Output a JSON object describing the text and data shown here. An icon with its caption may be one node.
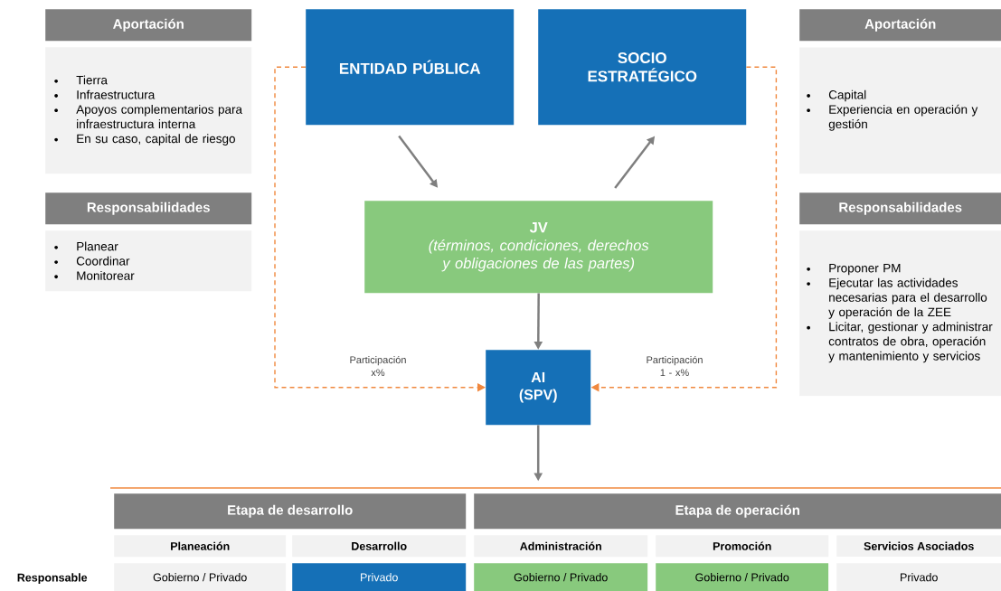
{
  "diagram": {
    "nodes": [
      {
        "text": [
          "ENTIDAD PÚBLICA"
        ]
      },
      {
        "text": [
          "SOCIO ESTRATÉGICO"
        ]
      },
      {
        "text": [
          "JV",
          "(términos, condiciones, derechos y obligaciones de las partes)"
        ]
      },
      {
        "text": [
          "AI (SPV)"
        ]
      },
      {
        "text": [
          "Aportación"
        ]
      },
      {
        "text": [
          "Tierra",
          "Infraestructura",
          "Apoyos complementarios para infraestructura interna",
          "En su caso, capital de riesgo"
        ]
      },
      {
        "text": [
          "Responsabilidades"
        ]
      },
      {
        "text": [
          "Planear",
          "Coordinar",
          "Monitorear"
        ]
      },
      {
        "text": [
          "Aportación"
        ]
      },
      {
        "text": [
          "Capital",
          "Experiencia en operación y gestión"
        ]
      },
      {
        "text": [
          "Responsabilidades"
        ]
      },
      {
        "text": [
          "Proponer PM",
          "Ejecutar las actividades necesarias para el desarrollo y operación de la ZEE",
          "Licitar, gestionar y administrar contratos de obra, operación y mantenimiento y servicios"
        ]
      }
    ],
    "edges": [
      {
        "from": 0,
        "to": 2,
        "arrow": "to"
      },
      {
        "from": 2,
        "to": 1,
        "arrow": "to"
      },
      {
        "from": 2,
        "to": 3,
        "arrow": "to"
      },
      {
        "from": 0,
        "to": 3,
        "arrow": "to",
        "label": "Participación x%",
        "style": "dashed",
        "color": "#f0883e"
      },
      {
        "from": 1,
        "to": 3,
        "arrow": "to",
        "label": "Participación 1 - x%",
        "style": "dashed",
        "color": "#f0883e"
      },
      {
        "from": 3,
        "to": null,
        "arrow": "to"
      }
    ],
    "labels": [
      "Etapa de desarrollo",
      "Etapa de operación",
      "Planeación",
      "Desarrollo",
      "Administración",
      "Promoción",
      "Servicios Asociados",
      "Responsable",
      "Gobierno / Privado",
      "Privado",
      "Gobierno / Privado",
      "Gobierno / Privado",
      "Privado"
    ]
  }
}
